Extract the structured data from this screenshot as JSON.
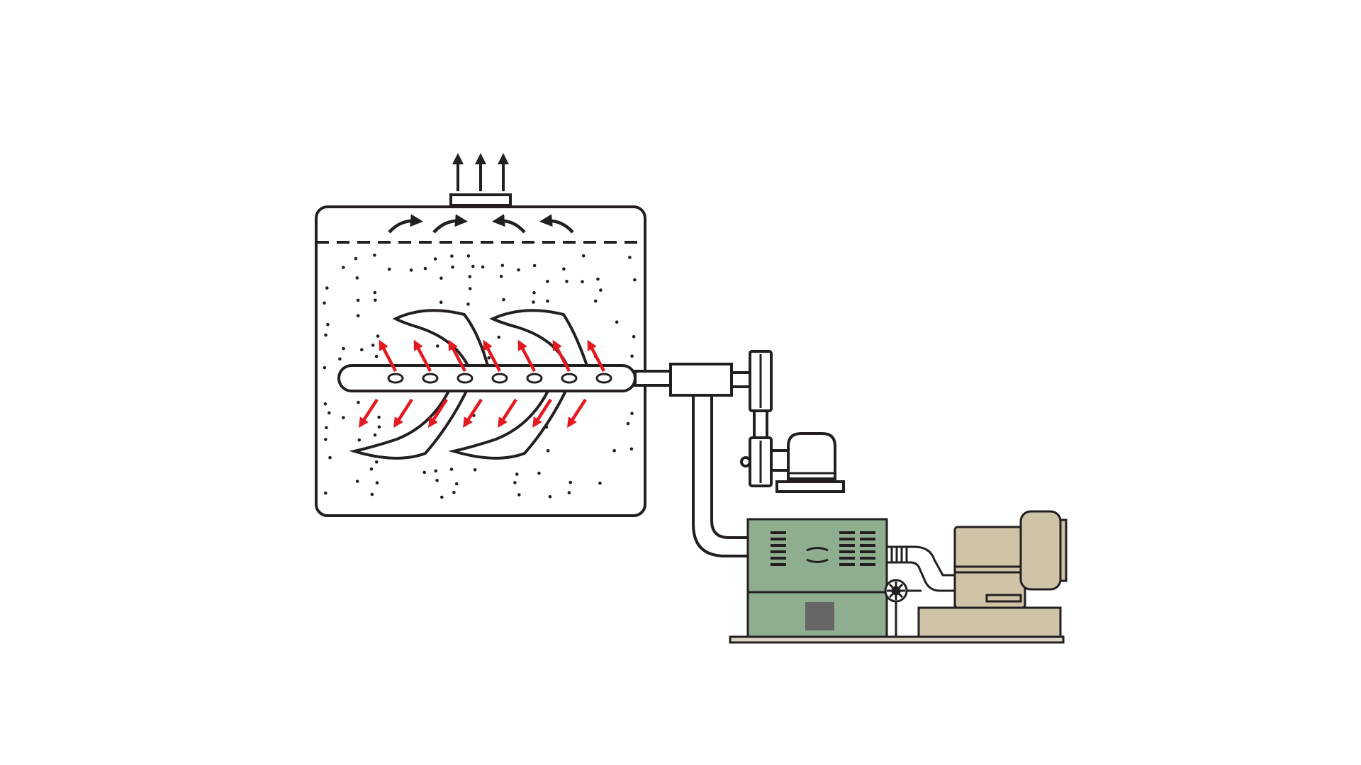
{
  "diagram": {
    "type": "process-schematic",
    "subject": "vessel-with-aerated-paddle-agitator-and-blower",
    "colors": {
      "outline": "#231f20",
      "background": "#ffffff",
      "air_arrows": "#e3191f",
      "blower_body": "#8fae8f",
      "motor_body": "#cfc3a8",
      "base_plate": "#ddd5c3",
      "inspection_plate": "#666666"
    },
    "components": [
      {
        "name": "vessel",
        "icon": "tank-icon"
      },
      {
        "name": "exhaust-vent",
        "icon": "vent-icon",
        "arrows_up": 3
      },
      {
        "name": "headspace-flow",
        "icon": "curved-arrow-icon",
        "arrows": 4
      },
      {
        "name": "liquid-level",
        "icon": "dashed-line-icon"
      },
      {
        "name": "hollow-shaft",
        "icon": "shaft-icon",
        "air_holes": 7
      },
      {
        "name": "paddles",
        "icon": "paddle-icon",
        "count": 4
      },
      {
        "name": "air-outlet-arrows",
        "icon": "red-arrow-icon",
        "upper": 7,
        "lower": 7
      },
      {
        "name": "rotary-joint",
        "icon": "coupling-icon"
      },
      {
        "name": "belt-drive-with-pulleys",
        "icon": "belt-icon"
      },
      {
        "name": "agitator-motor",
        "icon": "motor-icon"
      },
      {
        "name": "air-supply-pipe",
        "icon": "pipe-icon"
      },
      {
        "name": "blower-unit",
        "icon": "blower-icon"
      },
      {
        "name": "blower-motor",
        "icon": "motor-icon"
      },
      {
        "name": "skid-base",
        "icon": "base-plate-icon"
      }
    ]
  }
}
